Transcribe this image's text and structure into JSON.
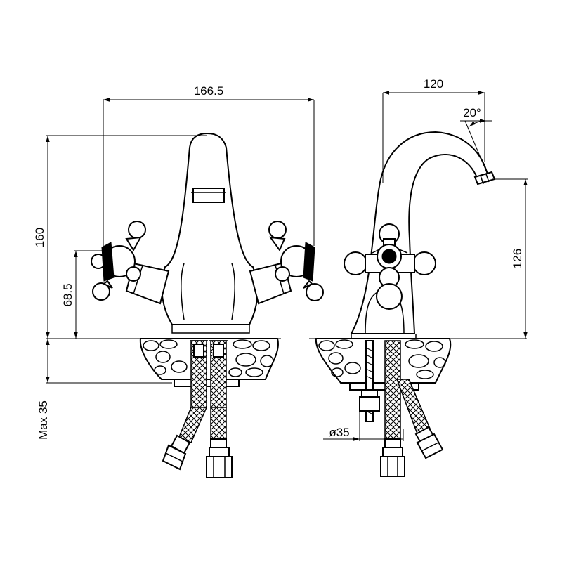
{
  "dimensions": {
    "front_width": "166.5",
    "front_height": "160",
    "front_handle_height": "68.5",
    "front_max_thickness": "Max 35",
    "side_depth": "120",
    "side_angle": "20°",
    "side_spout_height": "126",
    "side_hole_diameter": "ø35"
  },
  "colors": {
    "ink": "#000000",
    "paper": "#ffffff"
  }
}
